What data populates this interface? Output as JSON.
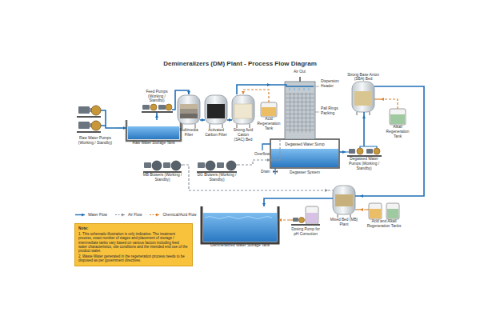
{
  "diagram": {
    "title": "Demineralizers (DM) Plant - Process Flow Diagram",
    "nodes": [
      {
        "text": [
          "Raw Water Pumps (Working / Standby)"
        ]
      },
      {
        "text": [
          "Raw Water Storage Tank"
        ]
      },
      {
        "text": [
          "Feed Pumps (Working / Standby)"
        ]
      },
      {
        "text": [
          "Multimedia Filter"
        ]
      },
      {
        "text": [
          "Activated Carbon Filter"
        ]
      },
      {
        "text": [
          "Strong Acid Cation (SAC) Bed"
        ]
      },
      {
        "text": [
          "Acid Regeneration Tank"
        ]
      },
      {
        "text": [
          "Degassed Water Sump",
          "Degasser System"
        ]
      },
      {
        "text": [
          "Strong Base Anion (SBA) Bed"
        ]
      },
      {
        "text": [
          "Alkali Regeneration Tank"
        ]
      },
      {
        "text": [
          "Degassed Water Pumps (Working / Standby)"
        ]
      },
      {
        "text": [
          "Mixed Bed (MB) Plant"
        ]
      },
      {
        "text": [
          "Acid and Alkali Regeneration Tanks"
        ]
      },
      {
        "text": [
          "MB Blowers (Working / Standby)"
        ]
      },
      {
        "text": [
          "DG Blowers (Working / Standby)"
        ]
      },
      {
        "text": [
          "Dosing Pump for pH Correction"
        ]
      },
      {
        "text": [
          "Demineralized Water Storage Tank"
        ]
      },
      {
        "text": [
          "Note:",
          "1. This schematic illustration is only indicative. The treatment process, exact number of stages and placement of storage / intermediate tanks vary based on various factors including feed water characteristics, site conditions and the intended end use of the product water.",
          "2. Waste Water generated in the regeneration process needs to be disposed as per government directives."
        ]
      }
    ],
    "edges": [
      {
        "from": 0,
        "to": 1,
        "arrow": "to"
      },
      {
        "from": 1,
        "to": 2,
        "arrow": "to"
      },
      {
        "from": 2,
        "to": 3,
        "arrow": "to"
      },
      {
        "from": 3,
        "to": 4,
        "arrow": "to"
      },
      {
        "from": 4,
        "to": 5,
        "arrow": "to"
      },
      {
        "from": 6,
        "to": 5,
        "arrow": "to"
      },
      {
        "from": 5,
        "to": 7,
        "arrow": "to"
      },
      {
        "from": 14,
        "to": 7,
        "arrow": "to"
      },
      {
        "from": 7,
        "to": 10,
        "arrow": "to"
      },
      {
        "from": 10,
        "to": 8,
        "arrow": "to"
      },
      {
        "from": 9,
        "to": 8,
        "arrow": "to"
      },
      {
        "from": 8,
        "to": 11,
        "arrow": "to"
      },
      {
        "from": 12,
        "to": 11,
        "arrow": "to"
      },
      {
        "from": 13,
        "to": 11,
        "arrow": "to"
      },
      {
        "from": 11,
        "to": 16,
        "arrow": "to"
      },
      {
        "from": 15,
        "to": 16,
        "arrow": "to"
      }
    ],
    "labels": [
      "Air Out",
      "Dispersion Header",
      "Pall Rings Packing",
      "Overflow",
      "Drain"
    ],
    "legend": [
      {
        "text": "Water Flow"
      },
      {
        "text": "Air Flow"
      },
      {
        "text": "Chemical/Acid Flow"
      }
    ]
  }
}
